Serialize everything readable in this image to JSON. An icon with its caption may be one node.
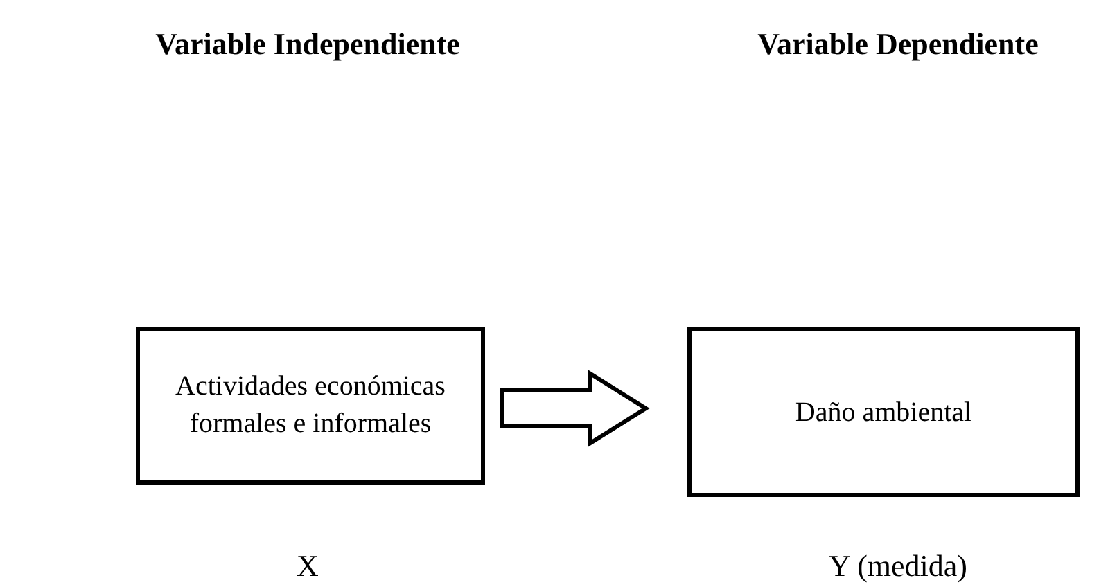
{
  "diagram": {
    "nodes": [
      {
        "text": [
          "Actividades económicas formales e informales"
        ]
      },
      {
        "text": [
          "Daño ambiental"
        ]
      }
    ],
    "edges": [
      {
        "from": 0,
        "to": 1,
        "arrow": "to"
      }
    ],
    "labels": [
      "Variable Independiente",
      "Variable Dependiente",
      "X",
      "Y (medida)"
    ]
  }
}
